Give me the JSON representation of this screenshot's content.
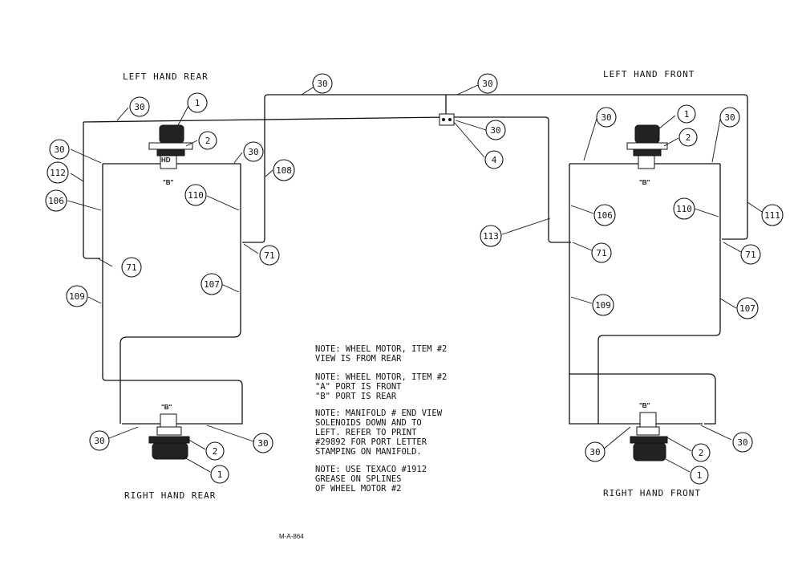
{
  "labels": {
    "left_hand_rear": "LEFT HAND REAR",
    "left_hand_front": "LEFT HAND FRONT",
    "right_hand_rear": "RIGHT HAND REAR",
    "right_hand_front": "RIGHT HAND FRONT",
    "port_b": "\"B\"",
    "drawing_id": "M-A-864"
  },
  "callouts": {
    "c1": "1",
    "c2": "2",
    "c4": "4",
    "c30": "30",
    "c71": "71",
    "c106": "106",
    "c107": "107",
    "c108": "108",
    "c109": "109",
    "c110": "110",
    "c111": "111",
    "c112": "112",
    "c113": "113"
  },
  "notes": [
    [
      "NOTE:  WHEEL MOTOR, ITEM #2",
      "           VIEW IS FROM REAR"
    ],
    [
      "NOTE:  WHEEL MOTOR, ITEM #2",
      "            \"A\" PORT IS FRONT",
      "            \"B\" PORT IS REAR"
    ],
    [
      "NOTE:  MANIFOLD  # END VIEW",
      "SOLENOIDS DOWN AND TO",
      "LEFT. REFER TO PRINT",
      "#29892 FOR PORT LETTER",
      "STAMPING ON MANIFOLD."
    ],
    [
      "NOTE:  USE TEXACO #1912",
      "GREASE ON SPLINES",
      "OF WHEEL MOTOR #2"
    ]
  ]
}
